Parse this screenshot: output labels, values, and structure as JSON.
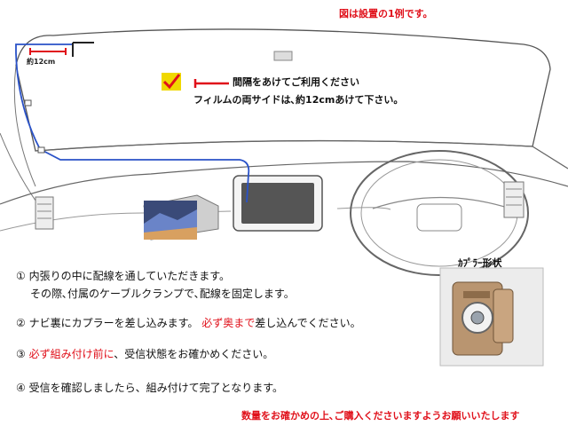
{
  "header_note": "図は設置の1例です。",
  "film_spacing": {
    "label": "約12cm",
    "line1": "間隔をあけてご利用ください",
    "line2": "フィルムの両サイドは､約12cmあけて下さい。"
  },
  "steps": [
    {
      "num": "①",
      "pre": "内張りの中に配線を通していただきます。",
      "emph": "",
      "post": "",
      "sub": "その際､付属のケーブルクランプで､配線を固定します。"
    },
    {
      "num": "②",
      "pre": "ナビ裏にカプラーを差し込みます。",
      "emph": "必ず奥まで",
      "post": "差し込んでください。",
      "sub": ""
    },
    {
      "num": "③",
      "pre": "",
      "emph": "必ず組み付け前に",
      "post": "、受信状態をお確かめください。",
      "sub": ""
    },
    {
      "num": "④",
      "pre": "受信を確認しましたら、組み付けて完了となります。",
      "emph": "",
      "post": "",
      "sub": ""
    }
  ],
  "coupler_label": "ｶﾌﾟﾗｰ形状",
  "bottom_note": "数量をお確かめの上､ご購入くださいますようお願いいたします",
  "colors": {
    "accent_red": "#e0101a",
    "cable_blue": "#2a52c8",
    "check_yellow": "#f0d800"
  }
}
